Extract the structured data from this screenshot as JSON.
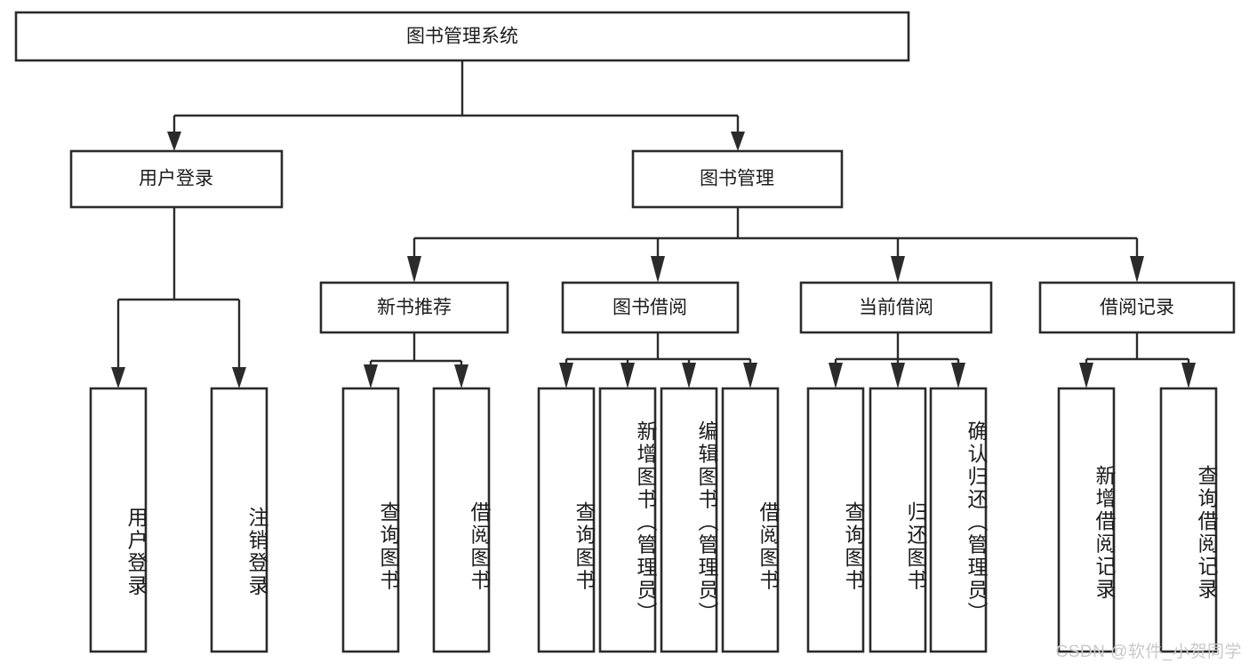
{
  "diagram": {
    "type": "tree",
    "title": "图书管理系统",
    "orientation": "top-down",
    "colors": {
      "background": "#ffffff",
      "box_fill": "#ffffff",
      "box_stroke": "#2b2b2b",
      "text": "#1c1c1c",
      "watermark": "#c9c9c9"
    },
    "root": {
      "id": "root",
      "label": "图书管理系统"
    },
    "level2": [
      {
        "id": "user-login",
        "label": "用户登录"
      },
      {
        "id": "book-manage",
        "label": "图书管理"
      }
    ],
    "level3": [
      {
        "id": "new-book-recommend",
        "label": "新书推荐",
        "parent": "book-manage"
      },
      {
        "id": "book-borrow",
        "label": "图书借阅",
        "parent": "book-manage"
      },
      {
        "id": "current-borrow",
        "label": "当前借阅",
        "parent": "book-manage"
      },
      {
        "id": "borrow-record",
        "label": "借阅记录",
        "parent": "book-manage"
      }
    ],
    "leaves": {
      "user-login": [
        {
          "id": "leaf-user-login",
          "label": "用户登录"
        },
        {
          "id": "leaf-user-logout",
          "label": "注销登录"
        }
      ],
      "new-book-recommend": [
        {
          "id": "leaf-query-book-1",
          "label": "查询图书"
        },
        {
          "id": "leaf-borrow-book-1",
          "label": "借阅图书"
        }
      ],
      "book-borrow": [
        {
          "id": "leaf-query-book-2",
          "label": "查询图书"
        },
        {
          "id": "leaf-add-book",
          "label": "新增图书（管理员）"
        },
        {
          "id": "leaf-edit-book",
          "label": "编辑图书（管理员）"
        },
        {
          "id": "leaf-borrow-book-2",
          "label": "借阅图书"
        }
      ],
      "current-borrow": [
        {
          "id": "leaf-query-book-3",
          "label": "查询图书"
        },
        {
          "id": "leaf-return-book",
          "label": "归还图书"
        },
        {
          "id": "leaf-confirm-return",
          "label": "确认归还（管理员）"
        }
      ],
      "borrow-record": [
        {
          "id": "leaf-add-record",
          "label": "新增借阅记录"
        },
        {
          "id": "leaf-query-record",
          "label": "查询借阅记录"
        }
      ]
    }
  },
  "watermark": {
    "text": "CSDN @软件_小贺同学"
  }
}
